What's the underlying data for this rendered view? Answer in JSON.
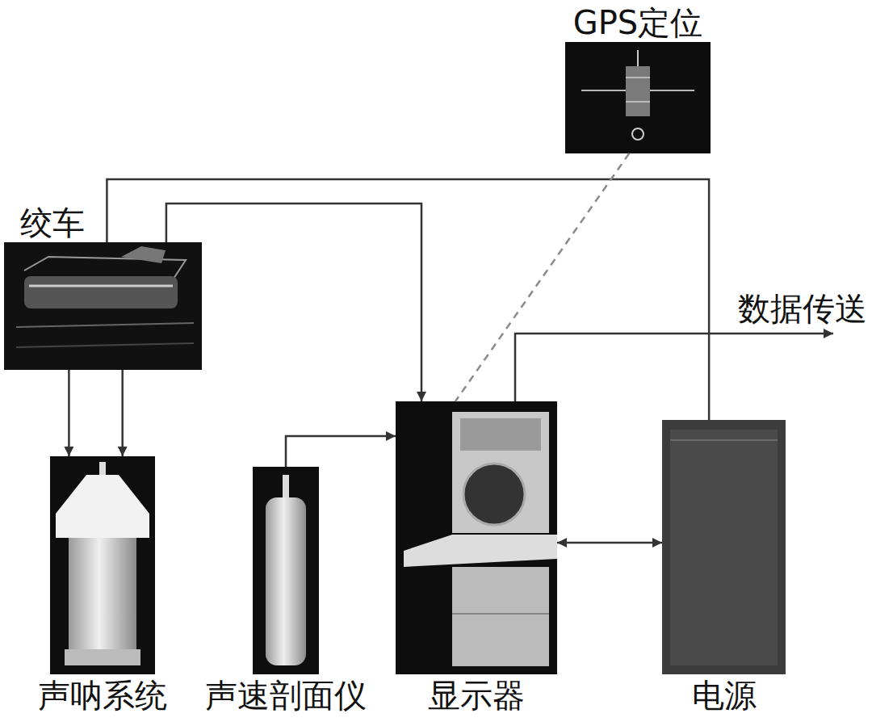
{
  "diagram": {
    "nodes": [
      {
        "text": [
          "GPS定位"
        ]
      },
      {
        "text": [
          "绞车"
        ]
      },
      {
        "text": [
          "声呐系统"
        ]
      },
      {
        "text": [
          "声速剖面仪"
        ]
      },
      {
        "text": [
          "显示器"
        ]
      },
      {
        "text": [
          "电源"
        ]
      }
    ],
    "edges": [
      {
        "from": 1,
        "to": 2,
        "arrow": "to"
      },
      {
        "from": 1,
        "to": 2,
        "arrow": "to"
      },
      {
        "from": 1,
        "to": 4,
        "arrow": "to"
      },
      {
        "from": 1,
        "to": 5,
        "arrow": "none"
      },
      {
        "from": 3,
        "to": 4,
        "arrow": "to"
      },
      {
        "from": 0,
        "to": 4,
        "arrow": "none"
      },
      {
        "from": 4,
        "to": 5,
        "arrow": "both"
      }
    ],
    "labels": [
      "数据传送"
    ]
  }
}
